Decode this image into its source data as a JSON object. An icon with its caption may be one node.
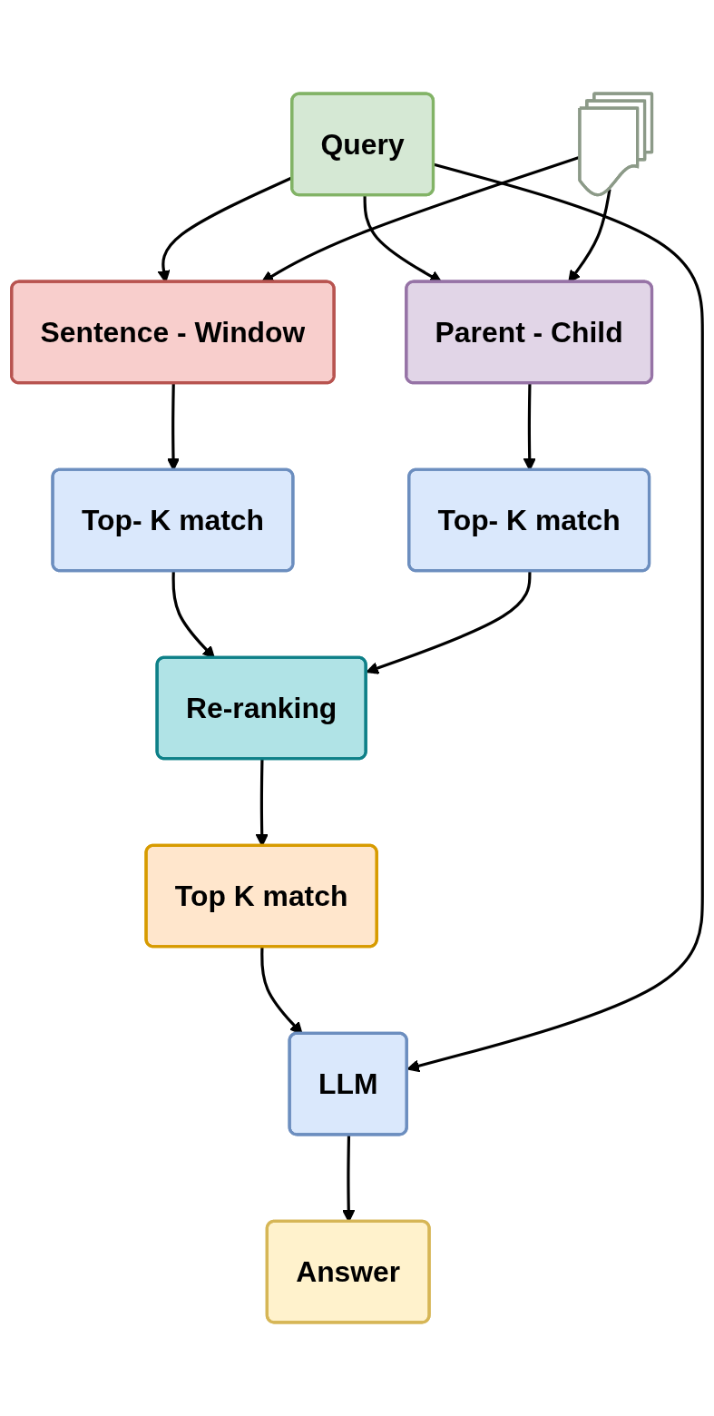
{
  "diagram": {
    "nodes": [
      {
        "text": [
          "Query"
        ]
      },
      {
        "text": [],
        "shape": "document"
      },
      {
        "text": [
          "Sentence - Window"
        ]
      },
      {
        "text": [
          "Parent - Child"
        ]
      },
      {
        "text": [
          "Top- K match"
        ]
      },
      {
        "text": [
          "Top- K match"
        ]
      },
      {
        "text": [
          "Re-ranking"
        ]
      },
      {
        "text": [
          "Top K match"
        ]
      },
      {
        "text": [
          "LLM"
        ]
      },
      {
        "text": [
          "Answer"
        ]
      }
    ],
    "edges": [
      {
        "from": 0,
        "to": 2,
        "arrow": "to"
      },
      {
        "from": 0,
        "to": 3,
        "arrow": "to"
      },
      {
        "from": 1,
        "to": 2,
        "arrow": "to"
      },
      {
        "from": 1,
        "to": 3,
        "arrow": "to"
      },
      {
        "from": 2,
        "to": 4,
        "arrow": "to"
      },
      {
        "from": 3,
        "to": 5,
        "arrow": "to"
      },
      {
        "from": 4,
        "to": 6,
        "arrow": "to"
      },
      {
        "from": 5,
        "to": 6,
        "arrow": "to"
      },
      {
        "from": 6,
        "to": 7,
        "arrow": "to"
      },
      {
        "from": 7,
        "to": 8,
        "arrow": "to"
      },
      {
        "from": 0,
        "to": 8,
        "arrow": "to"
      },
      {
        "from": 8,
        "to": 9,
        "arrow": "to"
      }
    ]
  }
}
